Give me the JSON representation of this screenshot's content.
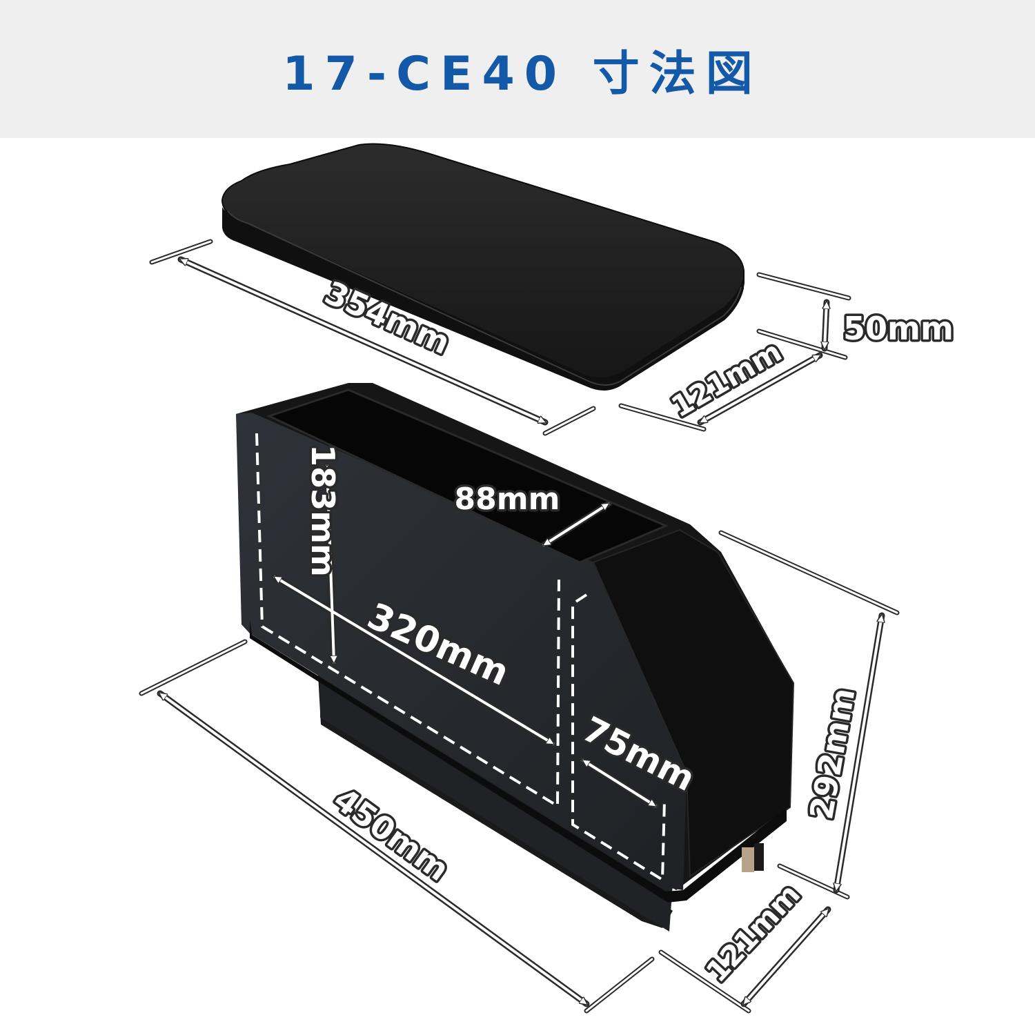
{
  "header": {
    "title": "17-CE40 寸法図",
    "background": "#efefef",
    "title_color": "#1459a8"
  },
  "product": {
    "body_color": "#1b1b1b",
    "guide_color": "#ffffff"
  },
  "dimensions": {
    "lid_length": "354mm",
    "lid_height": "50mm",
    "lid_depth": "121mm",
    "inner_depth": "88mm",
    "inner_height": "183mm",
    "inner_length": "320mm",
    "pocket_width": "75mm",
    "body_length": "450mm",
    "body_height": "292mm",
    "body_depth": "121mm"
  }
}
